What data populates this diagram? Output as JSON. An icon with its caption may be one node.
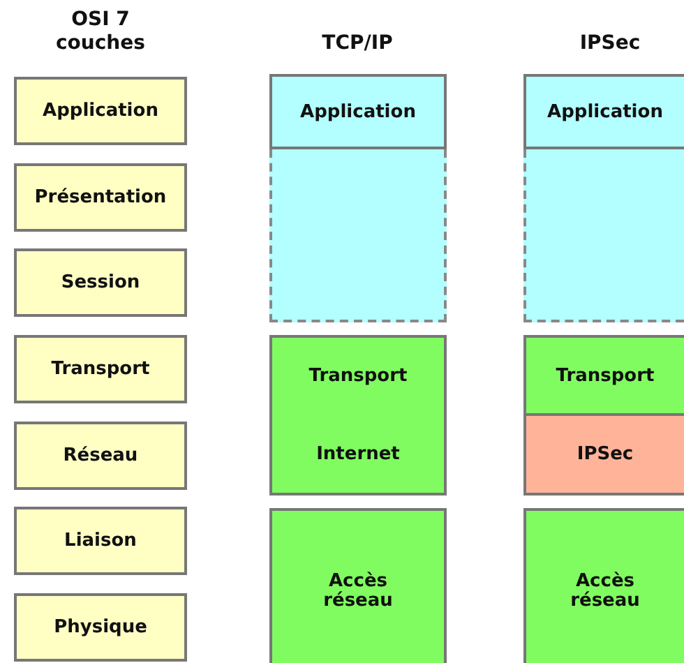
{
  "diagram": {
    "nodes": [
      {
        "text": [
          "Application"
        ]
      },
      {
        "text": [
          "Présentation"
        ]
      },
      {
        "text": [
          "Session"
        ]
      },
      {
        "text": [
          "Transport"
        ]
      },
      {
        "text": [
          "Réseau"
        ]
      },
      {
        "text": [
          "Liaison"
        ]
      },
      {
        "text": [
          "Physique"
        ]
      },
      {
        "text": [
          "Application"
        ]
      },
      {
        "text": [],
        "shape": "box"
      },
      {
        "text": [
          "Transport",
          "Internet"
        ]
      },
      {
        "text": [
          "Accès réseau"
        ]
      },
      {
        "text": [
          "Application"
        ]
      },
      {
        "text": [],
        "shape": "box"
      },
      {
        "text": [
          "Transport"
        ]
      },
      {
        "text": [
          "IPSec"
        ]
      },
      {
        "text": [
          "Accès réseau"
        ]
      }
    ],
    "labels": [
      "OSI 7 couches",
      "TCP/IP",
      "IPSec"
    ]
  }
}
